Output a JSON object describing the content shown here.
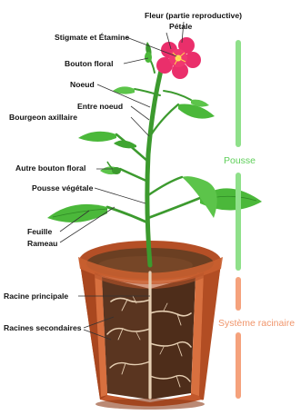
{
  "labels": {
    "fleur": "Fleur (partie reproductive)",
    "petale": "Pétale",
    "stigmate": "Stigmate et Étamine",
    "bouton": "Bouton floral",
    "noeud": "Noeud",
    "entre_noeud": "Entre noeud",
    "bourgeon": "Bourgeon axillaire",
    "autre_bouton": "Autre bouton floral",
    "pousse_vegetale": "Pousse végétale",
    "feuille": "Feuille",
    "rameau": "Rameau",
    "racine_principale": "Racine principale",
    "racines_secondaires": "Racines secondaires"
  },
  "sections": {
    "pousse": "Pousse",
    "racinaire": "Système racinaire"
  },
  "colors": {
    "pousse": "#8fe08a",
    "racinaire": "#f5a27c",
    "leaf": "#4bb83a",
    "leaf_dark": "#2f8a25",
    "flower": "#ea2f6b",
    "pot": "#c2582c",
    "soil": "#5a3520"
  }
}
